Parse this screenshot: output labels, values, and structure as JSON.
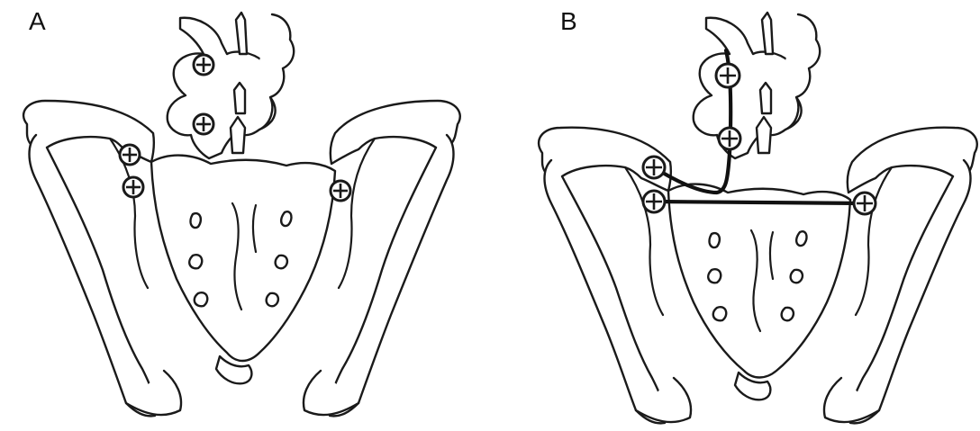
{
  "figure": {
    "panels": [
      {
        "label": "A",
        "screws": 5,
        "rods": 0
      },
      {
        "label": "B",
        "screws": 5,
        "rods": 2
      }
    ],
    "colors": {
      "line": "#1a1a1a",
      "background": "#ffffff"
    }
  }
}
